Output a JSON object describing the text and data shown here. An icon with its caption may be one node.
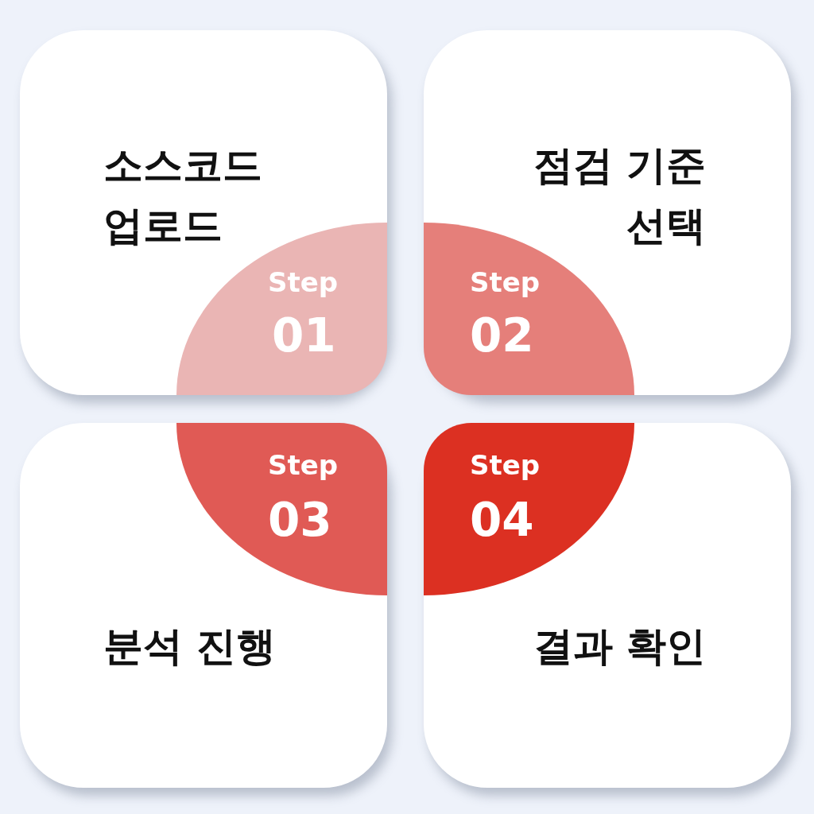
{
  "diagram": {
    "nodes": [
      {
        "text": [
          "소스코드 업로드"
        ]
      },
      {
        "text": [
          "점검 기준 선택"
        ]
      },
      {
        "text": [
          "분석 진행"
        ]
      },
      {
        "text": [
          "결과 확인"
        ]
      },
      {
        "text": [
          "Step",
          "01"
        ],
        "in": 0
      },
      {
        "text": [
          "Step",
          "02"
        ],
        "in": 1
      },
      {
        "text": [
          "Step",
          "03"
        ],
        "in": 2
      },
      {
        "text": [
          "Step",
          "04"
        ],
        "in": 3
      }
    ]
  }
}
